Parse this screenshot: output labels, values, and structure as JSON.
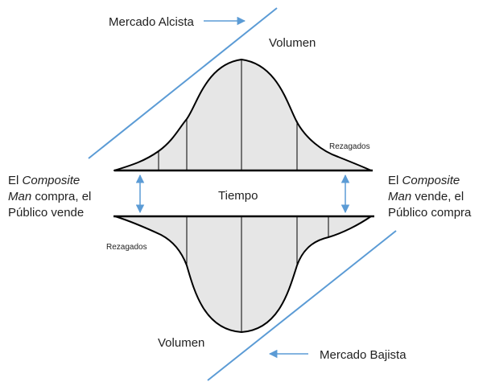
{
  "labels": {
    "bull_market": "Mercado Alcista",
    "bear_market": "Mercado Bajista",
    "volume_top": "Volumen",
    "volume_bottom": "Volumen",
    "time": "Tiempo",
    "laggards_top": "Rezagados",
    "laggards_bottom": "Rezagados"
  },
  "left_note": {
    "pre": "El ",
    "italic1": "Composite",
    "italic2": "Man",
    "post": " compra, el",
    "line3": "Público vende"
  },
  "right_note": {
    "pre": "El ",
    "italic1": "Composite",
    "italic2": "Man",
    "post": " vende, el",
    "line3": "Público compra"
  },
  "colors": {
    "accent_blue": "#5b9bd5",
    "curve_fill": "#e6e6e6",
    "ink": "#000000"
  }
}
